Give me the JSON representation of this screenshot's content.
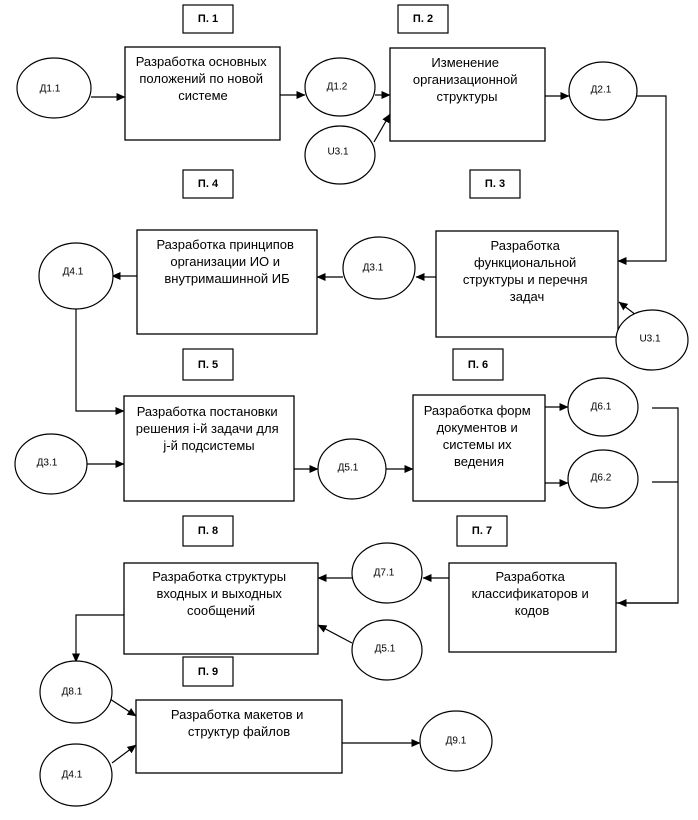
{
  "steps": {
    "p1": "П. 1",
    "p2": "П. 2",
    "p3": "П. 3",
    "p4": "П. 4",
    "p5": "П. 5",
    "p6": "П. 6",
    "p7": "П. 7",
    "p8": "П. 8",
    "p9": "П. 9"
  },
  "processes": {
    "p1": [
      "Разработка основных",
      "положений по новой",
      "системе"
    ],
    "p2": [
      "Изменение",
      "организационной",
      "структуры"
    ],
    "p3": [
      "Разработка",
      "функциональной",
      "структуры и перечня",
      "задач"
    ],
    "p4": [
      "Разработка принципов",
      "организации ИО и",
      "внутримашинной ИБ"
    ],
    "p5": [
      "Разработка постановки",
      "решения i-й задачи для",
      "j-й подсистемы"
    ],
    "p6": [
      "Разработка форм",
      "документов и",
      "системы их",
      "ведения"
    ],
    "p7": [
      "Разработка",
      "классификаторов и",
      "кодов"
    ],
    "p8": [
      "Разработка структуры",
      "входных и выходных",
      "сообщений"
    ],
    "p9": [
      "Разработка макетов и",
      "структур файлов"
    ]
  },
  "nodes": {
    "d11": "Д1.1",
    "d12": "Д1.2",
    "u31a": "U3.1",
    "d21": "Д2.1",
    "d31a": "Д3.1",
    "u31b": "U3.1",
    "d41a": "Д4.1",
    "d31b": "Д3.1",
    "d51a": "Д5.1",
    "d61": "Д6.1",
    "d62": "Д6.2",
    "d71": "Д7.1",
    "d51b": "Д5.1",
    "d81": "Д8.1",
    "d41b": "Д4.1",
    "d91": "Д9.1"
  }
}
